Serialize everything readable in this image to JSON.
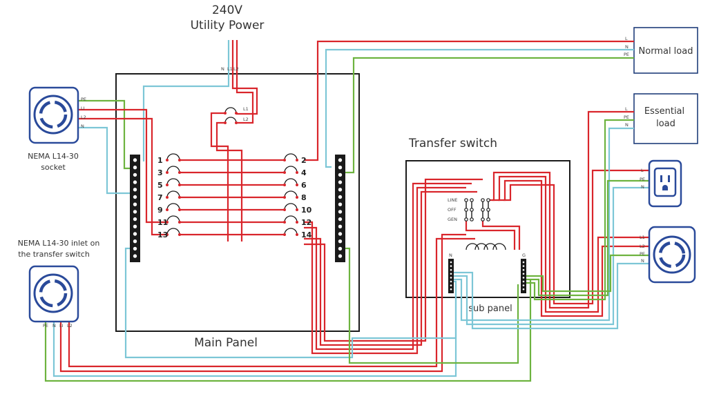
{
  "labels": {
    "utility_line1": "240V",
    "utility_line2": "Utility Power",
    "main_panel": "Main Panel",
    "transfer_switch": "Transfer switch",
    "sub_panel": "sub panel",
    "normal_load": "Normal load",
    "essential_load_1": "Essential",
    "essential_load_2": "load",
    "socket_1": "NEMA L14-30",
    "socket_2": "socket",
    "inlet_1": "NEMA L14-30 inlet on",
    "inlet_2": "the transfer switch"
  },
  "wire_tags": {
    "pe": "PE",
    "l1": "L1",
    "l2": "L2",
    "n": "N",
    "l": "L",
    "n_dot": "N",
    "l1_alt": "LI"
  },
  "switch_positions": {
    "line": "LINE",
    "off": "OFF",
    "gen": "GEN"
  },
  "sub_bus_tags": {
    "n": "N",
    "g": "G"
  },
  "breakers_left": [
    "1",
    "3",
    "5",
    "7",
    "9",
    "11",
    "13"
  ],
  "breakers_right": [
    "2",
    "4",
    "6",
    "8",
    "10",
    "12",
    "14"
  ],
  "colors": {
    "hot": "#d9252b",
    "neutral": "#7cc6d6",
    "ground": "#6db33f",
    "outline": "#1a1a1a",
    "device": "#2a4a9a",
    "device_fill": "#ffffff"
  }
}
